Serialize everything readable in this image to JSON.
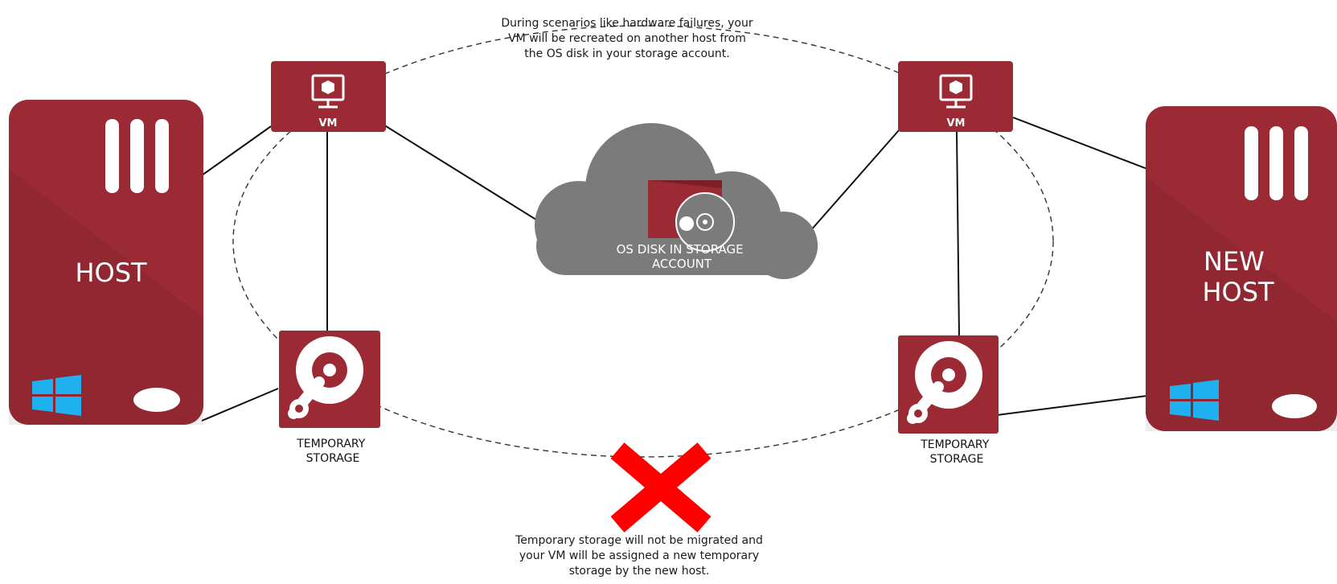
{
  "colors": {
    "accent": "#9b2a35",
    "cloud": "#7b7b7b",
    "line": "#111111",
    "windows": "#1fb0f0",
    "cross": "#ff0000",
    "white": "#ffffff"
  },
  "captions": {
    "top": [
      "During scenarios like hardware failures, your",
      "VM will be recreated on another host from",
      "the OS disk in your storage account."
    ],
    "bottom": [
      "Temporary storage will not be migrated and",
      "your VM will be assigned a new temporary",
      "storage by the new host."
    ]
  },
  "nodes": {
    "host_left": {
      "label": "HOST",
      "icons": [
        "server-slots-icon",
        "windows-logo-icon",
        "power-button-icon"
      ]
    },
    "host_right": {
      "label_lines": [
        "NEW",
        "HOST"
      ],
      "icons": [
        "server-slots-icon",
        "windows-logo-icon",
        "power-button-icon"
      ]
    },
    "vm_left": {
      "label": "VM",
      "icon": "vm-monitor-icon"
    },
    "vm_right": {
      "label": "VM",
      "icon": "vm-monitor-icon"
    },
    "cloud": {
      "label_lines": [
        "OS DISK IN STORAGE",
        "ACCOUNT"
      ],
      "icon": "os-disk-icon"
    },
    "temp_left": {
      "label_lines": [
        "TEMPORARY",
        "STORAGE"
      ],
      "icon": "hard-drive-icon"
    },
    "temp_right": {
      "label_lines": [
        "TEMPORARY",
        "STORAGE"
      ],
      "icon": "hard-drive-icon"
    }
  },
  "markers": {
    "not_migrated": "cross-icon"
  }
}
